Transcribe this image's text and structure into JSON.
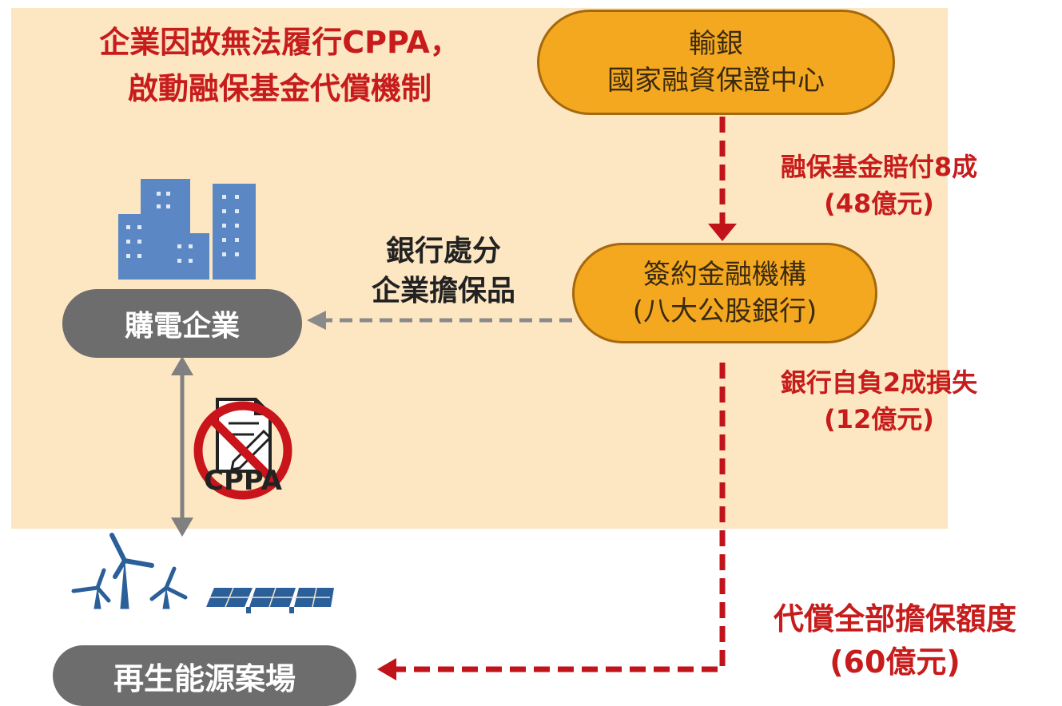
{
  "title": {
    "line1": "企業因故無法履行CPPA，",
    "line2": "啟動融保基金代償機制"
  },
  "nodes": {
    "guarantor": {
      "line1": "輸銀",
      "line2": "國家融資保證中心"
    },
    "bank": {
      "line1": "簽約金融機構",
      "line2": "(八大公股銀行)"
    },
    "buyer": {
      "label": "購電企業"
    },
    "renewable": {
      "label": "再生能源案場"
    }
  },
  "edges": {
    "fund_payout": {
      "line1": "融保基金賠付8成",
      "line2": "(48億元)"
    },
    "bank_loss": {
      "line1": "銀行自負2成損失",
      "line2": "(12億元)"
    },
    "full_cover": {
      "line1": "代償全部擔保額度",
      "line2": "(60億元)"
    },
    "collateral": {
      "line1": "銀行處分",
      "line2": "企業擔保品"
    },
    "contract": {
      "label": "CPPA"
    }
  },
  "icons": [
    "buildings-icon",
    "contract-icon",
    "prohibited-icon",
    "wind-turbine-icon",
    "solar-panel-icon"
  ],
  "colors": {
    "background_panel": "#fde6c2",
    "accent_red": "#c71c1c",
    "dashed_red": "#c0141a",
    "node_orange": "#f4a820",
    "node_orange_border": "#a5680d",
    "node_gray": "#6d6d6d",
    "arrow_gray": "#808080",
    "building_blue": "#5b88c4",
    "renewable_blue": "#2a5f9a"
  }
}
